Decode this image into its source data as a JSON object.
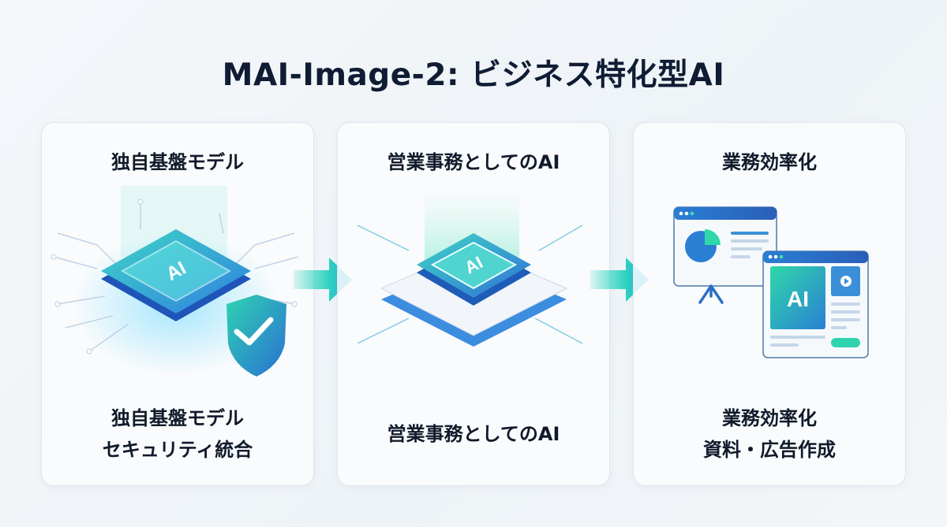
{
  "title": "MAI-Image-2: ビジネス特化型AI",
  "colors": {
    "accent_teal": "#2fd3b0",
    "accent_blue": "#2a7fd4",
    "dark_text": "#0f1c33"
  },
  "cards": [
    {
      "heading": "独自基盤モデル",
      "icon_label": "AI",
      "icon": "ai-chip-with-shield-icon",
      "desc_lines": [
        "独自基盤モデル",
        "セキュリティ統合"
      ]
    },
    {
      "heading": "営業事務としてのAI",
      "icon_label": "AI",
      "icon": "ai-platform-icon",
      "desc_lines": [
        "営業事務としてのAI"
      ]
    },
    {
      "heading": "業務効率化",
      "icon_label": "AI",
      "icon": "presentation-and-ad-window-icon",
      "desc_lines": [
        "業務効率化",
        "資料・広告作成"
      ]
    }
  ]
}
